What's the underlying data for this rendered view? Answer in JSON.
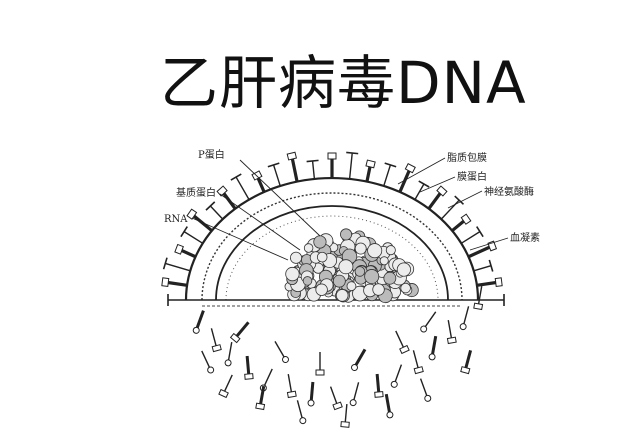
{
  "title": "乙肝病毒DNA",
  "labels": {
    "p_protein": "P蛋白",
    "matrix_protein": "基质蛋白",
    "rna": "RNA",
    "lipid_envelope": "脂质包膜",
    "membrane_protein": "膜蛋白",
    "neuraminidase": "神经氨酸酶",
    "hemagglutinin": "血凝素"
  }
}
